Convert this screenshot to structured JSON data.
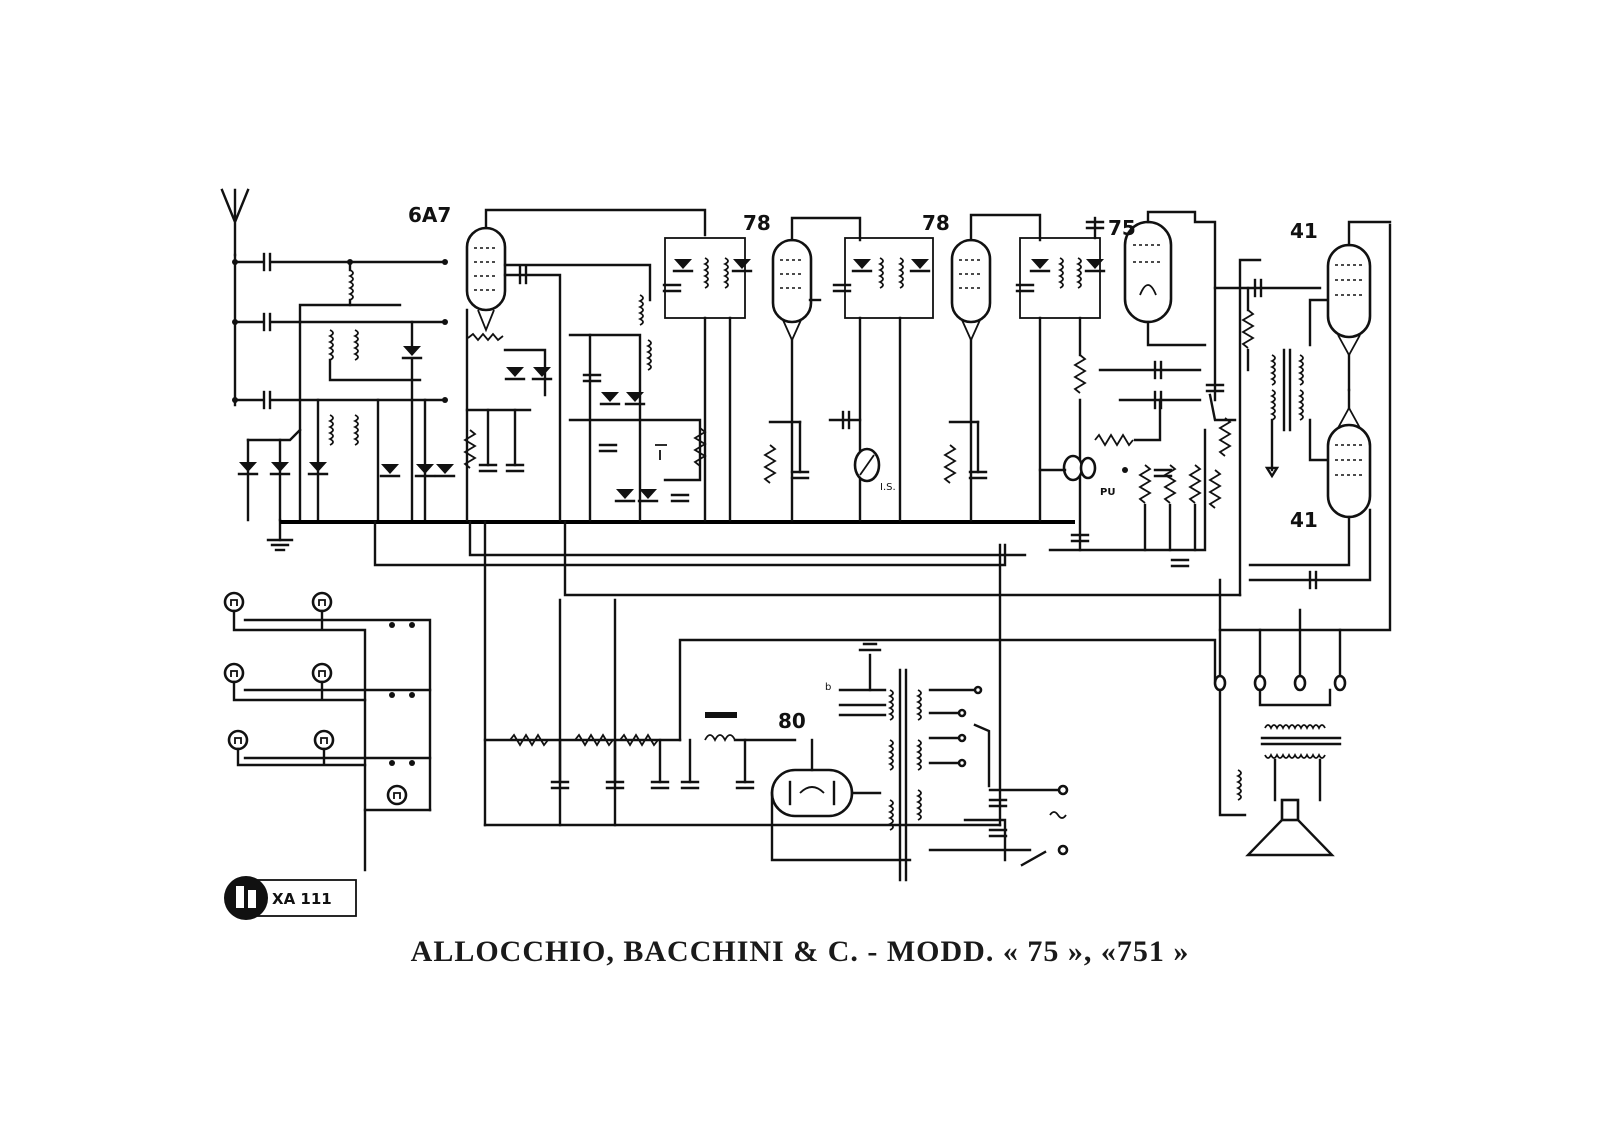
{
  "tube_labels": {
    "mixer": "6A7",
    "if1": "78",
    "if2": "78",
    "detector": "75",
    "output_top": "41",
    "output_bottom": "41",
    "rectifier": "80"
  },
  "component_labels": {
    "pickup": "PU",
    "meter": "I.S."
  },
  "stamp": {
    "code": "XA 111"
  },
  "caption": "ALLOCCHIO, BACCHINI & C. - MODD. « 75 », «751 »"
}
